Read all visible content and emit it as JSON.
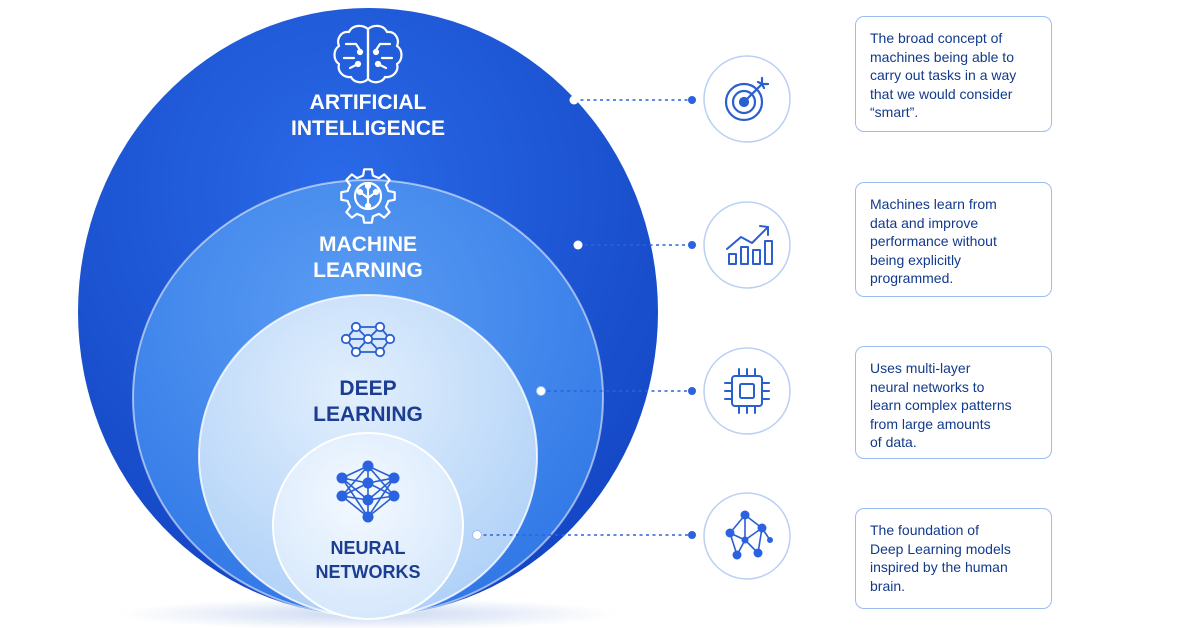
{
  "levels": [
    {
      "title_lines": [
        "ARTIFICIAL",
        "INTELLIGENCE"
      ],
      "icon": "brain-circuit-icon",
      "description": "The broad concept of\nmachines being able to\ncarry out tasks in a way\nthat we would consider\n“smart”.",
      "description_icon": "target-icon"
    },
    {
      "title_lines": [
        "MACHINE",
        "LEARNING"
      ],
      "icon": "gear-circuit-icon",
      "description": "Machines learn from\ndata and improve\nperformance without\nbeing explicitly\nprogrammed.",
      "description_icon": "growth-chart-icon"
    },
    {
      "title_lines": [
        "DEEP",
        "LEARNING"
      ],
      "icon": "network-nodes-icon",
      "description": "Uses multi-layer\nneural networks to\nlearn complex patterns\nfrom large amounts\nof data.",
      "description_icon": "chip-icon"
    },
    {
      "title_lines": [
        "NEURAL",
        "NETWORKS"
      ],
      "icon": "neural-net-icon",
      "description": "The foundation of\nDeep Learning models\ninspired by the human\nbrain.",
      "description_icon": "node-graph-icon"
    }
  ],
  "colors": {
    "ai_fill": "#1b55d6",
    "ml_fill": "#3f86ee",
    "dl_fill": "#c9e0fb",
    "nn_fill": "#e4f0fd",
    "title_light": "#ffffff",
    "title_dark": "#1b3d92",
    "accent": "#2a62e0",
    "card_border": "#9dbcf0"
  }
}
